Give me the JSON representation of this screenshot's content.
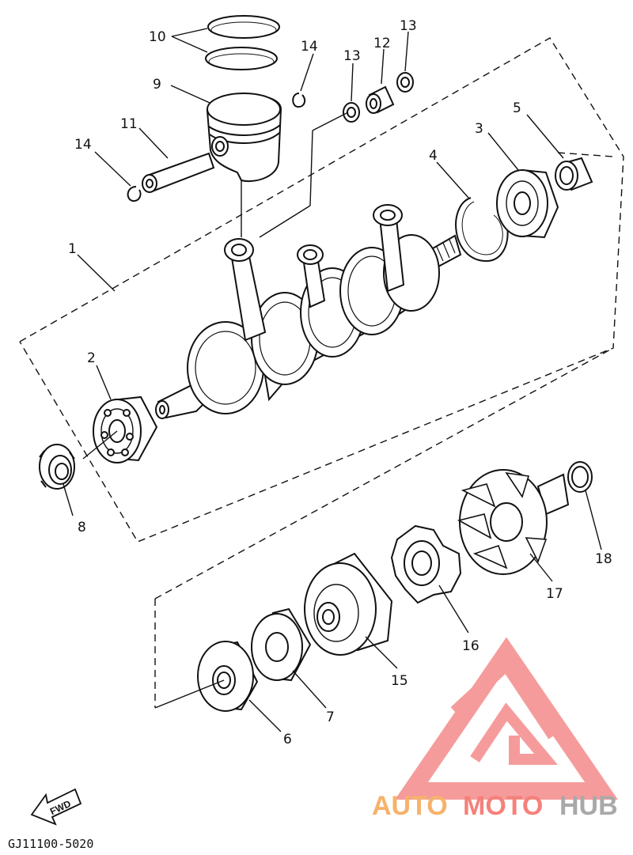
{
  "diagram": {
    "code": "GJ11100-5020",
    "fwd_label": "FWD",
    "callouts": [
      "1",
      "2",
      "3",
      "4",
      "5",
      "6",
      "7",
      "8",
      "9",
      "10",
      "11",
      "12",
      "13",
      "13",
      "14",
      "14",
      "15",
      "16",
      "17",
      "18"
    ]
  },
  "watermark": {
    "part1": "AUTO",
    "part2": "MOTO",
    "part3": "HUB",
    "colors": {
      "auto": "#f6b26b",
      "moto": "#f4817a",
      "hub": "#a9a9a9",
      "triangle": "#f58a8a"
    }
  }
}
